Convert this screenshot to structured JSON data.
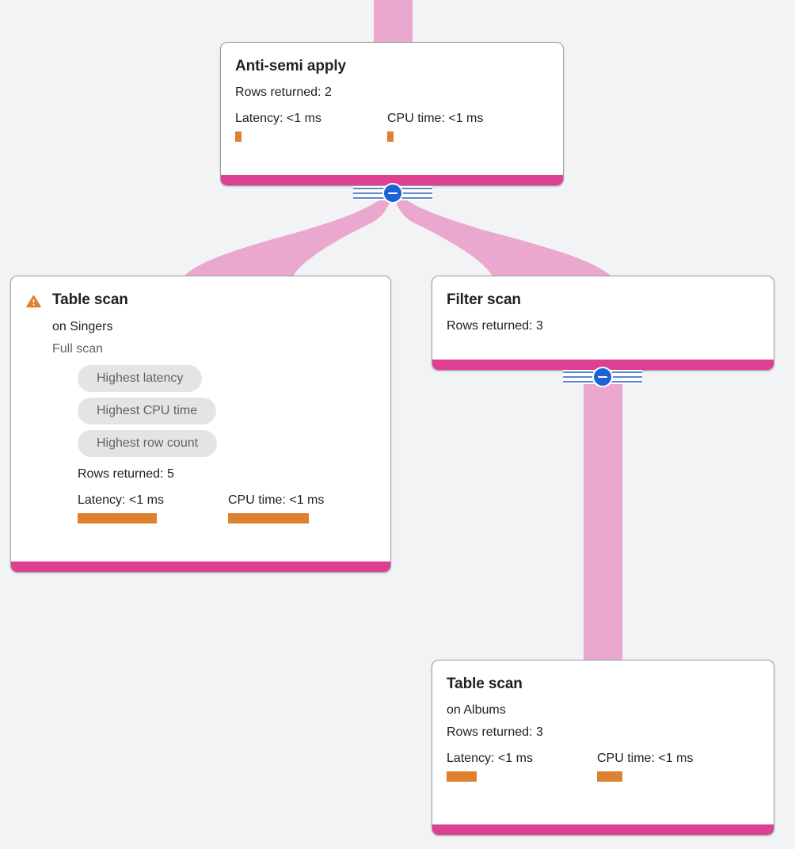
{
  "canvas": {
    "background_color": "#f1f3f4",
    "edge_color": "#eaa8ce",
    "node_footer_color": "#dd3f93",
    "metric_bar_color": "#dd802f",
    "toggle_color": "#1a62d6",
    "chip_color": "#e4e4e4",
    "warning_color": "#dd802f"
  },
  "nodes": [
    {
      "id": "anti-semi-apply",
      "title": "Anti-semi apply",
      "rows_returned": "Rows returned: 2",
      "latency_label": "Latency: <1 ms",
      "cpu_label": "CPU time: <1 ms",
      "latency_bar_width": 8,
      "cpu_bar_width": 8
    },
    {
      "id": "table-scan-singers",
      "title": "Table scan",
      "subtitle": "on Singers",
      "subnote": "Full scan",
      "warning_icon": "warning-triangle-icon",
      "chips": [
        "Highest latency",
        "Highest CPU time",
        "Highest row count"
      ],
      "rows_returned": "Rows returned: 5",
      "latency_label": "Latency: <1 ms",
      "cpu_label": "CPU time: <1 ms",
      "latency_bar_width": 100,
      "cpu_bar_width": 102
    },
    {
      "id": "filter-scan",
      "title": "Filter scan",
      "rows_returned": "Rows returned: 3"
    },
    {
      "id": "table-scan-albums",
      "title": "Table scan",
      "subtitle": "on Albums",
      "rows_returned": "Rows returned: 3",
      "latency_label": "Latency: <1 ms",
      "cpu_label": "CPU time: <1 ms",
      "latency_bar_width": 38,
      "cpu_bar_width": 32
    }
  ],
  "toggles": [
    {
      "id": "toggle-anti-semi-apply",
      "state": "expanded",
      "symbol": "minus"
    },
    {
      "id": "toggle-filter-scan",
      "state": "expanded",
      "symbol": "minus"
    }
  ]
}
